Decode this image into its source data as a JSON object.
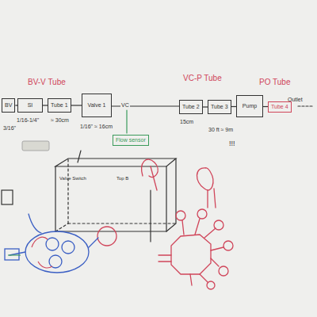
{
  "diagram": {
    "nodes": [
      {
        "text": [
          "BV"
        ]
      },
      {
        "text": [
          "SI"
        ]
      },
      {
        "text": [
          "Tube 1"
        ]
      },
      {
        "text": [
          "Valve 1"
        ]
      },
      {
        "text": [
          "Flow sensor"
        ]
      },
      {
        "text": [
          "Tube 2"
        ]
      },
      {
        "text": [
          "Tube 3"
        ]
      },
      {
        "text": [
          "Pump"
        ]
      },
      {
        "text": [
          "Tube 4"
        ]
      }
    ],
    "edges": [
      {
        "from": 0,
        "to": 1,
        "arrow": "none"
      },
      {
        "from": 1,
        "to": 2,
        "arrow": "none"
      },
      {
        "from": 2,
        "to": 3,
        "arrow": "none"
      },
      {
        "from": 3,
        "to": 5,
        "arrow": "none"
      },
      {
        "from": 5,
        "to": 6,
        "arrow": "none"
      },
      {
        "from": 6,
        "to": 7,
        "arrow": "none"
      },
      {
        "from": 7,
        "to": 8,
        "arrow": "none"
      }
    ],
    "labels": [
      "BV-V Tube",
      "VC-P Tube",
      "PO Tube",
      "VC",
      "3/16\"",
      "1/16-1/4\"",
      "≈ 30cm",
      "1/16\" ≈ 16cm",
      "15cm",
      "30 ft ≈ 9m",
      "!!!",
      "Outlet",
      "Valve Switch",
      "Top B"
    ]
  }
}
